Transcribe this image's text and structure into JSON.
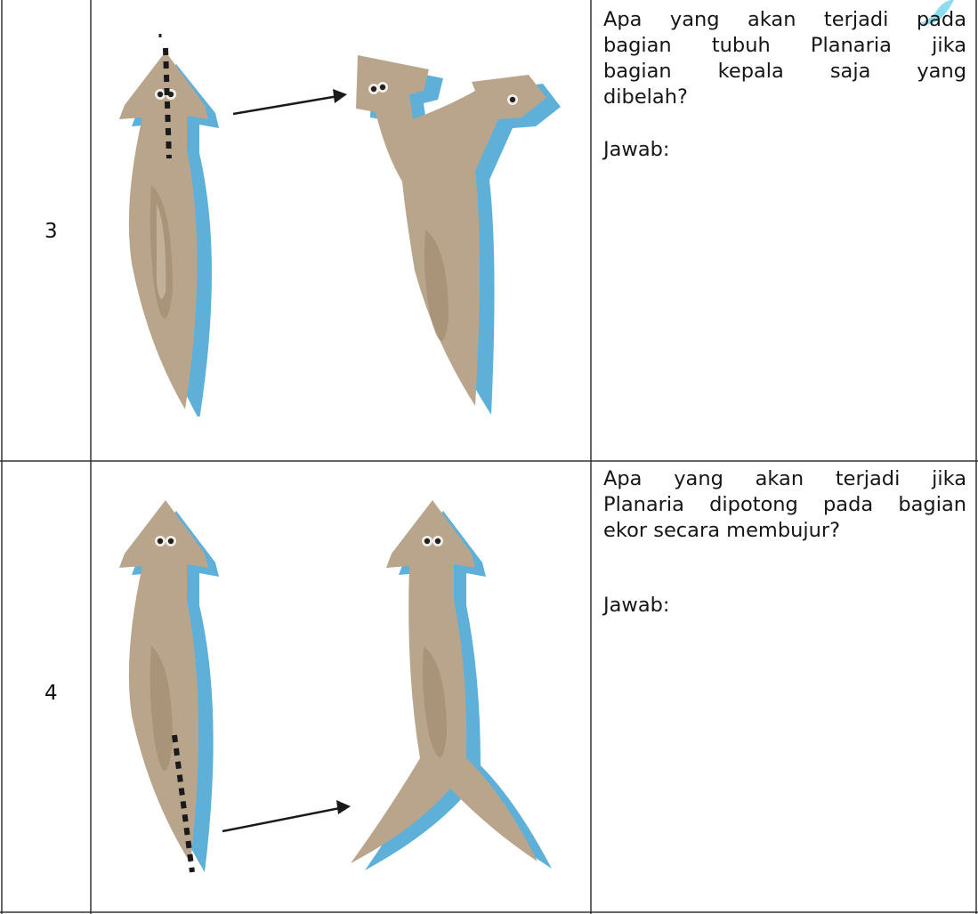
{
  "rows": [
    {
      "number": "3",
      "question_lines": [
        "Apa yang akan terjadi pada",
        "bagian tubuh Planaria jika",
        "bagian kepala saja yang",
        "dibelah?"
      ],
      "answer_label": "Jawab:",
      "illustration": "planaria-head-split-regeneration"
    },
    {
      "number": "4",
      "question_lines": [
        "Apa yang akan terjadi jika",
        "Planaria dipotong pada bagian",
        "ekor secara membujur?"
      ],
      "answer_label": "Jawab:",
      "illustration": "planaria-tail-split-regeneration"
    }
  ],
  "colors": {
    "body": "#b9a58c",
    "body_dark": "#a38d72",
    "shadow": "#5fb0d8",
    "border": "#333333"
  }
}
